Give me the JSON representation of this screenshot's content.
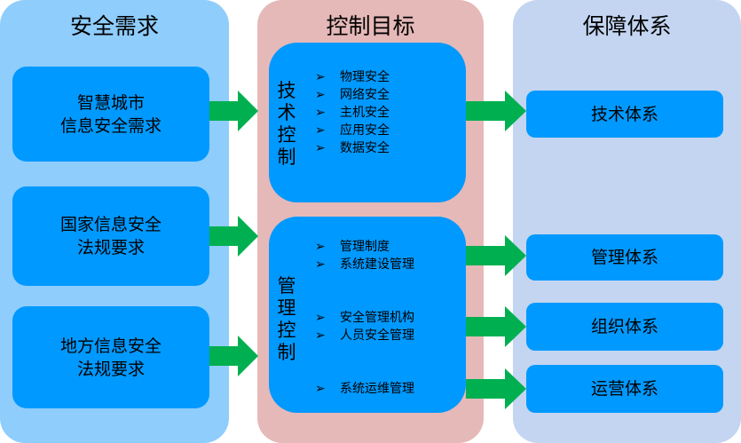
{
  "colors": {
    "left_panel": "#8fcdfd",
    "middle_panel": "#e5b9b8",
    "right_panel": "#c3d5f1",
    "box": "#0099ff",
    "arrow": "#00b050"
  },
  "left": {
    "title": "安全需求",
    "boxes": [
      {
        "lines": [
          "智慧城市",
          "信息安全需求"
        ]
      },
      {
        "lines": [
          "国家信息安全",
          "法规要求"
        ]
      },
      {
        "lines": [
          "地方信息安全",
          "法规要求"
        ]
      }
    ]
  },
  "middle": {
    "title": "控制目标",
    "technical": {
      "label": "技术控制",
      "items": [
        "物理安全",
        "网络安全",
        "主机安全",
        "应用安全",
        "数据安全"
      ]
    },
    "management": {
      "label": "管理控制",
      "items": [
        "管理制度",
        "系统建设管理",
        "安全管理机构",
        "人员安全管理",
        "系统运维管理"
      ]
    }
  },
  "right": {
    "title": "保障体系",
    "boxes": [
      "技术体系",
      "管理体系",
      "组织体系",
      "运营体系"
    ]
  },
  "bullet_icon": "arrowhead-bullet"
}
